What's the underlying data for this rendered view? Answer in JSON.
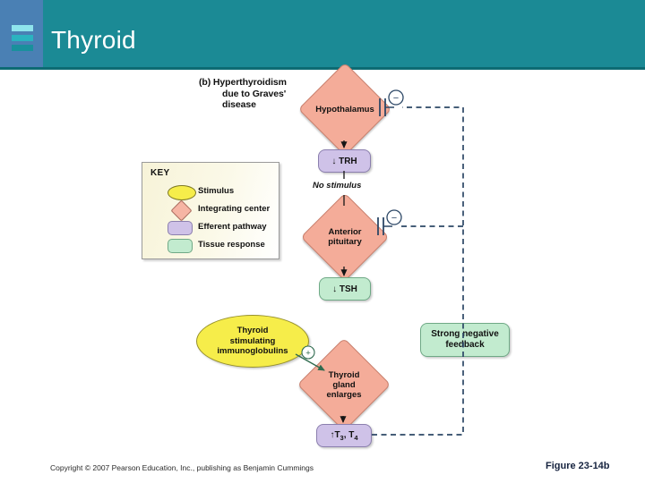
{
  "header": {
    "title": "Thyroid",
    "logo_icon": "stacked-bars-icon",
    "bar_color": "#1b8a95",
    "logo_box_color": "#4a80b4"
  },
  "footer": {
    "copyright": "Copyright © 2007 Pearson Education, Inc., publishing as Benjamin Cummings",
    "figure_number": "Figure 23-14b"
  },
  "diagram": {
    "panel_label": {
      "line1": "(b) Hyperthyroidism",
      "line2": "due to Graves'",
      "line3": "disease"
    },
    "key": {
      "title": "KEY",
      "items": [
        {
          "label": "Stimulus",
          "shape": "ellipse",
          "color": "#f6ed4a"
        },
        {
          "label": "Integrating center",
          "shape": "diamond",
          "color": "#f6b5a4"
        },
        {
          "label": "Efferent pathway",
          "shape": "rounded-rect",
          "color": "#cfc2e8"
        },
        {
          "label": "Tissue response",
          "shape": "rounded-rect",
          "color": "#c2ebcf"
        }
      ]
    },
    "nodes": {
      "hypothalamus": "Hypothalamus",
      "trh": "↓ TRH",
      "no_stimulus": "No stimulus",
      "anterior_pituitary_line1": "Anterior",
      "anterior_pituitary_line2": "pituitary",
      "tsh": "↓ TSH",
      "tsi_line1": "Thyroid",
      "tsi_line2": "stimulating",
      "tsi_line3": "immunoglobulins",
      "thyroid_gland_line1": "Thyroid",
      "thyroid_gland_line2": "gland",
      "thyroid_gland_line3": "enlarges",
      "t3t4_prefix": "↑T",
      "t3t4_sub1": "3",
      "t3t4_mid": ", T",
      "t3t4_sub2": "4",
      "feedback_line1": "Strong negative",
      "feedback_line2": "feedback"
    },
    "symbols": {
      "inhibit_hypothalamus": "−",
      "inhibit_pituitary": "−",
      "stimulate_thyroid": "+"
    },
    "colors": {
      "integrating_center": "#f4ac99",
      "efferent_pathway": "#cfc2e8",
      "tissue_response": "#c2ebcf",
      "stimulus": "#f6ed4a",
      "feedback_line": "#2c4766",
      "excitatory_arrow": "#2f6b4f"
    }
  }
}
